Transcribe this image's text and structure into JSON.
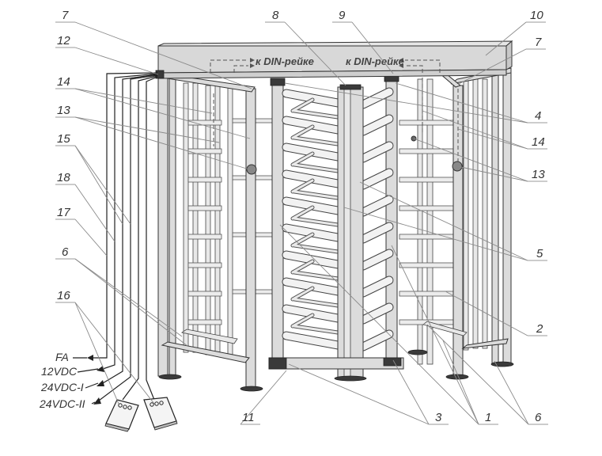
{
  "diagram": {
    "subject": "Full-height turnstile assembly with numbered component callouts",
    "colors": {
      "background": "#ffffff",
      "line": "#333333",
      "metal_fill": "#dcdcdc",
      "leader": "#8a8a8a"
    },
    "din_labels": {
      "left": "к DIN-рейке",
      "right": "к DIN-рейке"
    },
    "callouts": {
      "c7_left": "7",
      "c12": "12",
      "c14_left": "14",
      "c13_left": "13",
      "c15": "15",
      "c18": "18",
      "c17": "17",
      "c6_left": "6",
      "c16": "16",
      "c8": "8",
      "c9": "9",
      "c10": "10",
      "c7_right": "7",
      "c4": "4",
      "c14_right": "14",
      "c13_right": "13",
      "c5": "5",
      "c2": "2",
      "c11": "11",
      "c3": "3",
      "c1": "1",
      "c6_right": "6"
    },
    "signals": [
      {
        "label": "FA"
      },
      {
        "label": "12VDC"
      },
      {
        "label": "24VDC-I"
      },
      {
        "label": "24VDC-II"
      }
    ],
    "remote_panels": [
      {
        "name": "remote-control-panel-1"
      },
      {
        "name": "remote-control-panel-2"
      }
    ]
  }
}
